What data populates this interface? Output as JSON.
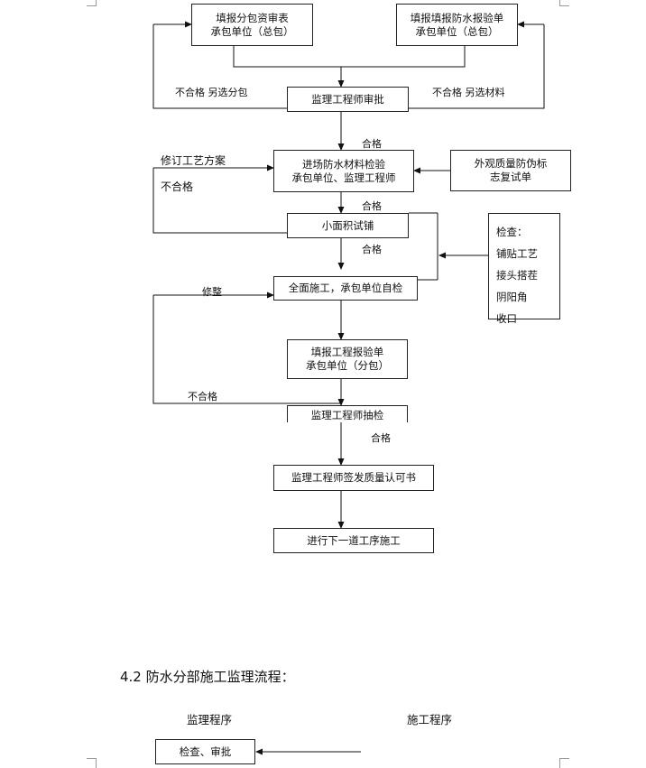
{
  "flow": {
    "box_sub_submit": [
      "填报分包资审表",
      "承包单位（总包）"
    ],
    "box_material_submit": [
      "填报填报防水报验单",
      "承包单位（总包）"
    ],
    "box_supervisor_review": "监理工程师审批",
    "box_material_inspect": [
      "进场防水材料检验",
      "承包单位、监理工程师"
    ],
    "box_appearance": [
      "外观质量防伪标",
      "志复试单"
    ],
    "box_trial": "小面积试铺",
    "box_check": [
      "检查：",
      "铺贴工艺",
      "接头搭茬",
      "阴阳角",
      "收口"
    ],
    "box_full_construction": "全面施工，承包单位自检",
    "box_inspection_report": [
      "填报工程报验单",
      "承包单位（分包）"
    ],
    "box_spot_check": "监理工程师抽检",
    "box_quality_cert": "监理工程师签发质量认可书",
    "box_next_process": "进行下一道工序施工",
    "label_reject_sub": "不合格 另选分包",
    "label_reject_material": "不合格 另选材料",
    "label_pass_1": "合格",
    "label_revise_process": "修订工艺方案",
    "label_fail_1": "不合格",
    "label_pass_2": "合格",
    "label_pass_3": "合格",
    "label_repair": "修整",
    "label_fail_2": "不合格",
    "label_pass_4": "合格"
  },
  "section": {
    "heading": "4.2 防水分部施工监理流程：",
    "col_supervision": "监理程序",
    "col_construction": "施工程序",
    "box_inspect_approve": "检查、审批"
  }
}
